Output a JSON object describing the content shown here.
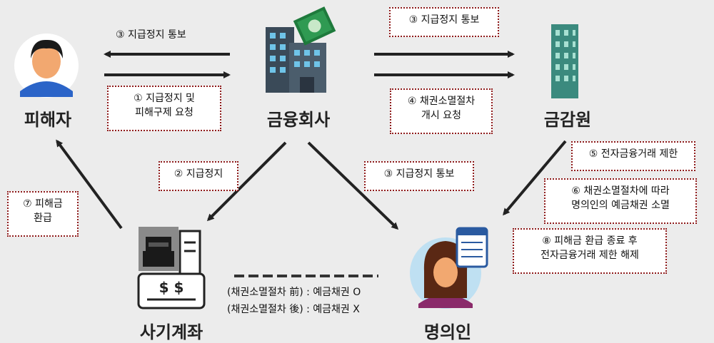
{
  "nodes": {
    "victim": "피해자",
    "bank": "금융회사",
    "fss": "금감원",
    "fraud_account": "사기계좌",
    "account_holder": "명의인"
  },
  "steps": {
    "step1": "① 지급정지 및\n피해구제 요청",
    "step2": "② 지급정지",
    "step3_victim": "③ 지급정지 통보",
    "step3_fss": "③ 지급정지 통보",
    "step3_holder": "③ 지급정지 통보",
    "step4": "④ 채권소멸절차\n개시 요청",
    "step5": "⑤ 전자금융거래 제한",
    "step6": "⑥ 채권소멸절차에 따라\n명의인의 예금채권 소멸",
    "step7": "⑦ 피해금\n환급",
    "step8": "⑧ 피해금 환급 종료 후\n전자금융거래 제한 해제"
  },
  "legend": {
    "before": "(채권소멸절차 前) :  예금채권 O",
    "after": "(채권소멸절차 後) :  예금채권 X"
  },
  "icons": {
    "victim": "person-icon",
    "bank": "bank-building-icon",
    "fss": "fss-building-icon",
    "fraud_account": "fraudster-cash-register-icon",
    "account_holder": "woman-card-icon"
  }
}
